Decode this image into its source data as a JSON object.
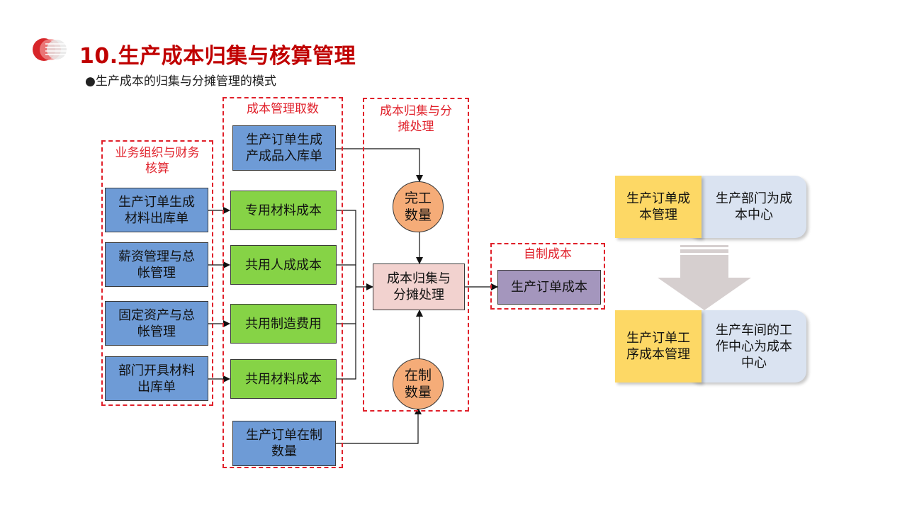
{
  "header": {
    "title": "10.生产成本归集与核算管理",
    "subtitle": "●生产成本的归集与分摊管理的模式"
  },
  "groups": {
    "business": "业务组织与财务\n核算",
    "cost_fetch": "成本管理取数",
    "allocation": "成本归集与分\n摊处理",
    "self_made": "自制成本"
  },
  "sources": [
    "生产订单生成\n材料出库单",
    "薪资管理与总\n帐管理",
    "固定资产与总\n帐管理",
    "部门开具材料\n出库单"
  ],
  "fetch": {
    "top": "生产订单生成\n产成品入库单",
    "items": [
      "专用材料成本",
      "共用人成成本",
      "共用制造费用",
      "共用材料成本"
    ],
    "bottom": "生产订单在制\n数量"
  },
  "process": {
    "completed": "完工\n数量",
    "center": "成本归集与\n分摊处理",
    "wip": "在制\n数量"
  },
  "output": "生产订单成本",
  "right_panel": {
    "top_left": "生产订单成\n本管理",
    "top_right": "生产部门为成\n本中心",
    "bottom_left": "生产订单工\n序成本管理",
    "bottom_right": "生产车间的工\n作中心为成本\n中心"
  },
  "colors": {
    "accent": "#c00000",
    "dashed": "#e0202a",
    "source_blue": "#6e9bd6",
    "fetch_green": "#86d346",
    "circle_orange": "#f5ac78",
    "center_pink": "#f2d2cf",
    "output_purple": "#a496bd",
    "card_yellow": "#fdd865",
    "card_lightblue": "#dae3f1"
  }
}
